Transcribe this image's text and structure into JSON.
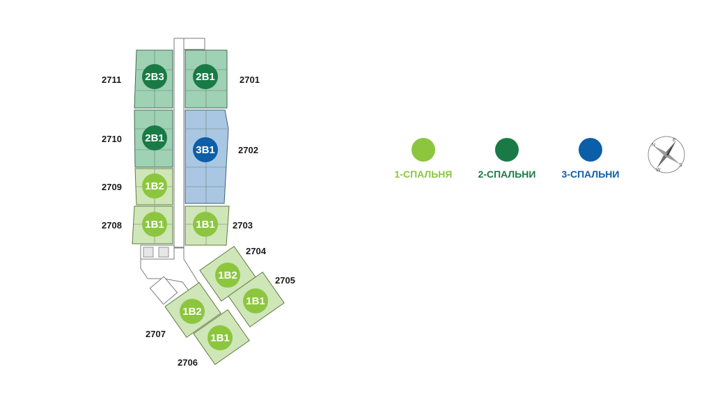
{
  "units": [
    {
      "number": "2711",
      "type": "2B3"
    },
    {
      "number": "2701",
      "type": "2B1"
    },
    {
      "number": "2710",
      "type": "2B1"
    },
    {
      "number": "2702",
      "type": "3B1"
    },
    {
      "number": "2709",
      "type": "1B2"
    },
    {
      "number": "2708",
      "type": "1B1"
    },
    {
      "number": "2703",
      "type": "1B1"
    },
    {
      "number": "2704",
      "type": "1B2"
    },
    {
      "number": "2705",
      "type": "1B1"
    },
    {
      "number": "2707",
      "type": "1B2"
    },
    {
      "number": "2706",
      "type": "1B1"
    }
  ],
  "legend": [
    {
      "label": "1-СПАЛЬНЯ",
      "color": "#8cc63f"
    },
    {
      "label": "2-СПАЛЬНИ",
      "color": "#1a7a45"
    },
    {
      "label": "3-СПАЛЬНИ",
      "color": "#0d5ea8"
    }
  ],
  "compass": {
    "icon": "compass-rose-icon",
    "letters": [
      "N",
      "E",
      "S",
      "W"
    ]
  },
  "colors": {
    "one_bed_fill": "#cfe6b8",
    "two_bed_fill": "#9fd1b4",
    "three_bed_fill": "#a9c7e3",
    "one_bed_badge": "#8cc63f",
    "two_bed_badge": "#1a7a45",
    "three_bed_badge": "#0d5ea8"
  }
}
